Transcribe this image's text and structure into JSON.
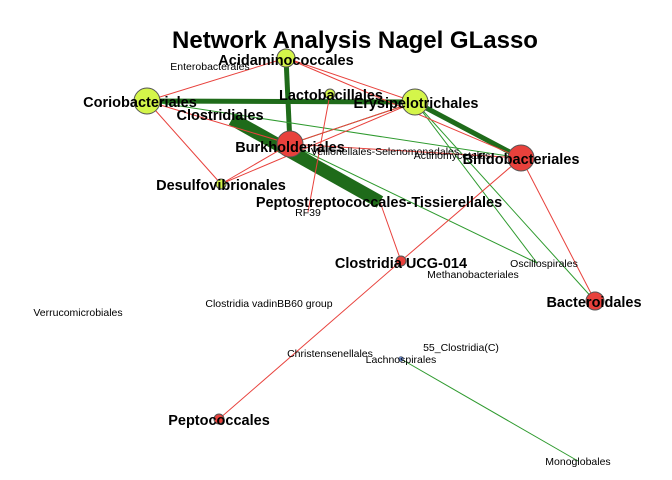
{
  "title": "Network Analysis Nagel GLasso",
  "colors": {
    "node_green": "#d4f54a",
    "node_red": "#e8413c",
    "node_blue": "#6f8fd8",
    "edge_red": "#e8413c",
    "edge_green_thin": "#2e9a2e",
    "edge_green_thick": "#1f6b1a"
  },
  "nodes": [
    {
      "id": "acidaminococcales",
      "label": "Acidaminococcales",
      "color": "green",
      "size": "medium",
      "big": true
    },
    {
      "id": "enterobacterales",
      "label": "Enterobacterales",
      "color": "none",
      "size": "none",
      "big": false
    },
    {
      "id": "coriobacteriales",
      "label": "Coriobacteriales",
      "color": "green",
      "size": "large",
      "big": true
    },
    {
      "id": "lactobacillales",
      "label": "Lactobacillales",
      "color": "green",
      "size": "small",
      "big": true
    },
    {
      "id": "erysipelotrichales",
      "label": "Erysipelotrichales",
      "color": "green",
      "size": "large",
      "big": true
    },
    {
      "id": "clostridiales",
      "label": "Clostridiales",
      "color": "none",
      "size": "none",
      "big": true
    },
    {
      "id": "burkholderiales",
      "label": "Burkholderiales",
      "color": "red",
      "size": "large",
      "big": true
    },
    {
      "id": "veillonellales",
      "label": "Veillonellales-Selenomonadales",
      "color": "none",
      "size": "none",
      "big": false
    },
    {
      "id": "actinomycetales",
      "label": "Actinomycetales",
      "color": "none",
      "size": "none",
      "big": false
    },
    {
      "id": "bifidobacteriales",
      "label": "Bifidobacteriales",
      "color": "red",
      "size": "large",
      "big": true
    },
    {
      "id": "desulfovibrionales",
      "label": "Desulfovibrionales",
      "color": "green",
      "size": "small",
      "big": true
    },
    {
      "id": "peptostreptococcales",
      "label": "Peptostreptococcales-Tissierellales",
      "color": "none",
      "size": "none",
      "big": true
    },
    {
      "id": "rf39",
      "label": "RF39",
      "color": "none",
      "size": "none",
      "big": false
    },
    {
      "id": "clostridia_ucg014",
      "label": "Clostridia UCG-014",
      "color": "red",
      "size": "small",
      "big": true
    },
    {
      "id": "oscillospirales",
      "label": "Oscillospirales",
      "color": "none",
      "size": "none",
      "big": false
    },
    {
      "id": "methanobacteriales",
      "label": "Methanobacteriales",
      "color": "none",
      "size": "none",
      "big": false
    },
    {
      "id": "bacteroidales",
      "label": "Bacteroidales",
      "color": "red",
      "size": "medium",
      "big": true
    },
    {
      "id": "verrucomicrobiales",
      "label": "Verrucomicrobiales",
      "color": "none",
      "size": "none",
      "big": false
    },
    {
      "id": "clostridia_vadin",
      "label": "Clostridia vadinBB60 group",
      "color": "none",
      "size": "none",
      "big": false
    },
    {
      "id": "c55_clostridia",
      "label": "55_Clostridia(C)",
      "color": "none",
      "size": "none",
      "big": false
    },
    {
      "id": "christensenellales",
      "label": "Christensenellales",
      "color": "none",
      "size": "none",
      "big": false
    },
    {
      "id": "lachnospirales",
      "label": "Lachnospirales",
      "color": "blue",
      "size": "tiny",
      "big": false
    },
    {
      "id": "peptococcales",
      "label": "Peptococcales",
      "color": "red",
      "size": "small",
      "big": true
    },
    {
      "id": "monoglobales",
      "label": "Monoglobales",
      "color": "none",
      "size": "none",
      "big": false
    }
  ],
  "edges": [
    {
      "from": "coriobacteriales",
      "to": "erysipelotrichales",
      "sign": "positive",
      "weight": "strong"
    },
    {
      "from": "clostridiales",
      "to": "peptostreptococcales",
      "sign": "positive",
      "weight": "very_strong"
    },
    {
      "from": "erysipelotrichales",
      "to": "bifidobacteriales",
      "sign": "positive",
      "weight": "strong"
    },
    {
      "from": "acidaminococcales",
      "to": "burkholderiales",
      "sign": "positive",
      "weight": "strong"
    },
    {
      "from": "burkholderiales",
      "to": "peptostreptococcales",
      "sign": "positive",
      "weight": "medium"
    },
    {
      "from": "coriobacteriales",
      "to": "bifidobacteriales",
      "sign": "positive",
      "weight": "weak"
    },
    {
      "from": "erysipelotrichales",
      "to": "burkholderiales",
      "sign": "positive",
      "weight": "weak"
    },
    {
      "from": "erysipelotrichales",
      "to": "oscillospirales",
      "sign": "positive",
      "weight": "weak"
    },
    {
      "from": "erysipelotrichales",
      "to": "bacteroidales",
      "sign": "positive",
      "weight": "weak"
    },
    {
      "from": "burkholderiales",
      "to": "oscillospirales",
      "sign": "positive",
      "weight": "weak"
    },
    {
      "from": "lachnospirales",
      "to": "monoglobales",
      "sign": "positive",
      "weight": "weak"
    },
    {
      "from": "coriobacteriales",
      "to": "acidaminococcales",
      "sign": "negative",
      "weight": "weak"
    },
    {
      "from": "acidaminococcales",
      "to": "erysipelotrichales",
      "sign": "negative",
      "weight": "weak"
    },
    {
      "from": "acidaminococcales",
      "to": "bifidobacteriales",
      "sign": "negative",
      "weight": "weak"
    },
    {
      "from": "coriobacteriales",
      "to": "desulfovibrionales",
      "sign": "negative",
      "weight": "weak"
    },
    {
      "from": "coriobacteriales",
      "to": "burkholderiales",
      "sign": "negative",
      "weight": "weak"
    },
    {
      "from": "erysipelotrichales",
      "to": "desulfovibrionales",
      "sign": "negative",
      "weight": "weak"
    },
    {
      "from": "erysipelotrichales",
      "to": "burkholderiales",
      "sign": "negative",
      "weight": "weak"
    },
    {
      "from": "lactobacillales",
      "to": "rf39",
      "sign": "negative",
      "weight": "weak"
    },
    {
      "from": "burkholderiales",
      "to": "bifidobacteriales",
      "sign": "negative",
      "weight": "weak"
    },
    {
      "from": "bifidobacteriales",
      "to": "clostridia_ucg014",
      "sign": "negative",
      "weight": "weak"
    },
    {
      "from": "bifidobacteriales",
      "to": "bacteroidales",
      "sign": "negative",
      "weight": "weak"
    },
    {
      "from": "clostridia_ucg014",
      "to": "peptococcales",
      "sign": "negative",
      "weight": "weak"
    },
    {
      "from": "desulfovibrionales",
      "to": "burkholderiales",
      "sign": "negative",
      "weight": "weak"
    },
    {
      "from": "peptostreptococcales",
      "to": "clostridia_ucg014",
      "sign": "negative",
      "weight": "weak"
    }
  ]
}
